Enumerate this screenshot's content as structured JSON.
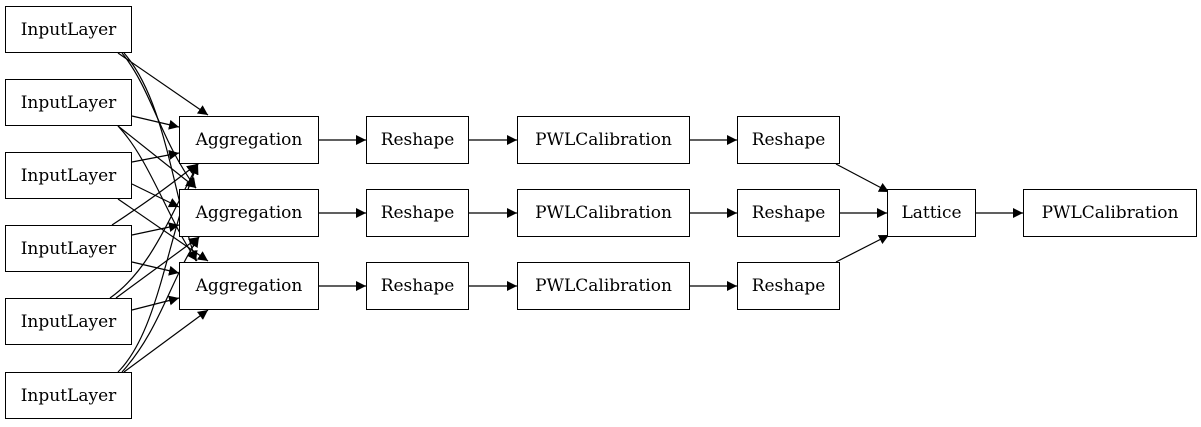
{
  "diagram": {
    "inputs": [
      {
        "label": "InputLayer"
      },
      {
        "label": "InputLayer"
      },
      {
        "label": "InputLayer"
      },
      {
        "label": "InputLayer"
      },
      {
        "label": "InputLayer"
      },
      {
        "label": "InputLayer"
      }
    ],
    "rows": [
      {
        "aggregation": "Aggregation",
        "reshape_a": "Reshape",
        "calibration": "PWLCalibration",
        "reshape_b": "Reshape"
      },
      {
        "aggregation": "Aggregation",
        "reshape_a": "Reshape",
        "calibration": "PWLCalibration",
        "reshape_b": "Reshape"
      },
      {
        "aggregation": "Aggregation",
        "reshape_a": "Reshape",
        "calibration": "PWLCalibration",
        "reshape_b": "Reshape"
      }
    ],
    "lattice": "Lattice",
    "output": "PWLCalibration"
  }
}
